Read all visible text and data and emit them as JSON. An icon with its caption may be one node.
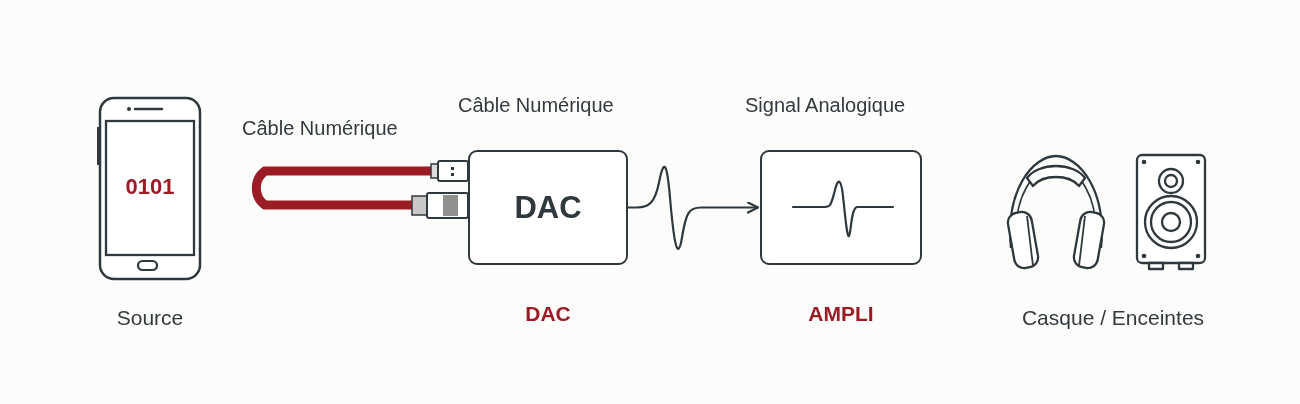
{
  "diagram": {
    "nodes": [
      {
        "text": [
          "0101"
        ],
        "beside": [
          "Source"
        ]
      },
      {
        "text": [
          "DAC"
        ],
        "beside": [
          "DAC"
        ]
      },
      {
        "text": [],
        "shape": "box",
        "beside": [
          "AMPLI"
        ]
      },
      {
        "text": [],
        "shape": "picture",
        "beside": [
          "Casque / Enceintes"
        ]
      }
    ],
    "edges": [
      {
        "from": 1,
        "to": 2,
        "arrow": "to"
      }
    ],
    "labels": [
      "Câble Numérique",
      "Câble Numérique",
      "Signal Analogique"
    ]
  }
}
